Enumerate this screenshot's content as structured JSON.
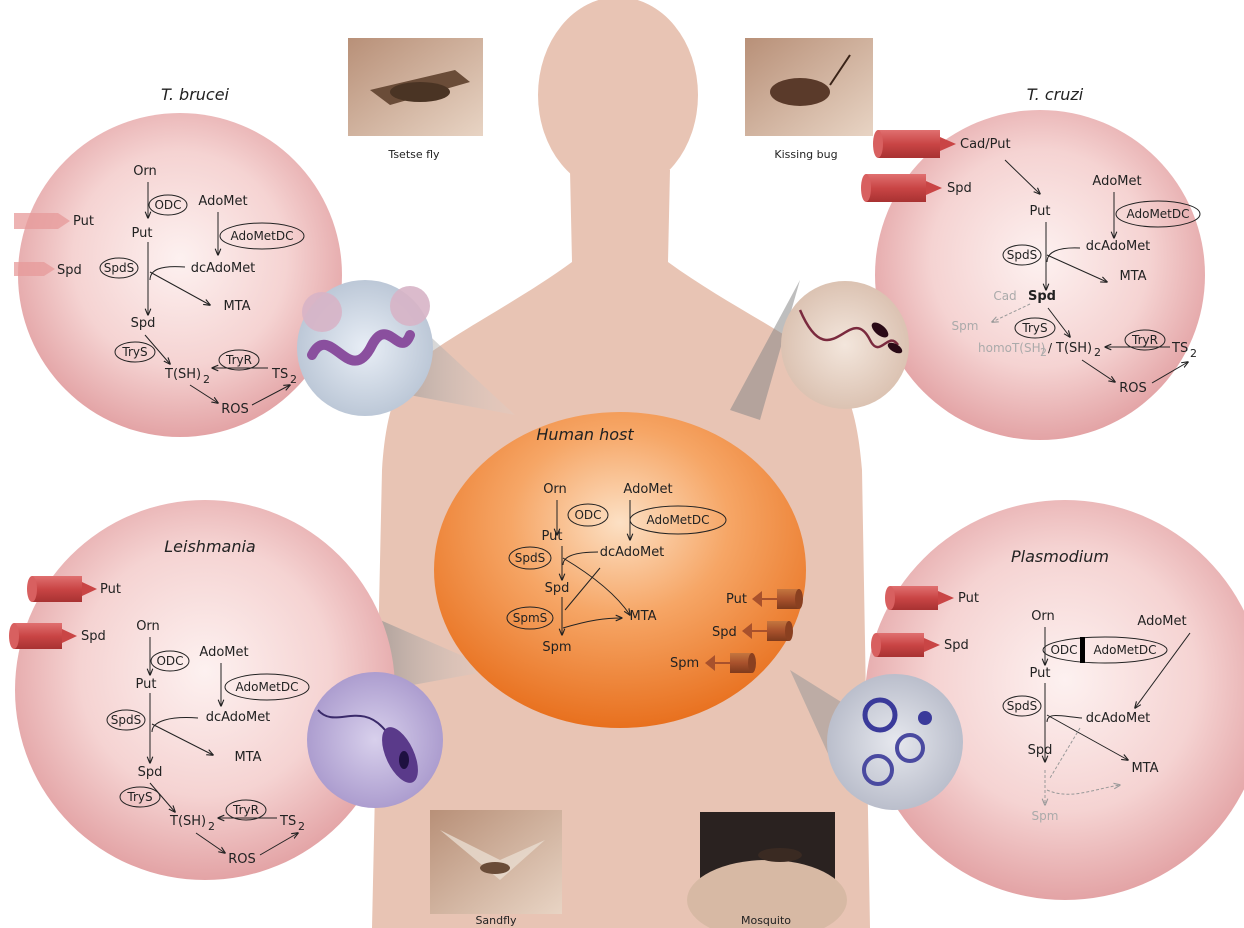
{
  "host": {
    "title": "Human host",
    "orn": "Orn",
    "adomet": "AdoMet",
    "odc": "ODC",
    "adometdc": "AdoMetDC",
    "put": "Put",
    "spds": "SpdS",
    "dcadomet": "dcAdoMet",
    "spd": "Spd",
    "spms": "SpmS",
    "mta": "MTA",
    "spm": "Spm",
    "export_put": "Put",
    "export_spd": "Spd",
    "export_spm": "Spm"
  },
  "vectors": {
    "tsetse": "Tsetse fly",
    "kissing_bug": "Kissing bug",
    "sandfly": "Sandfly",
    "mosquito": "Mosquito"
  },
  "tbrucei": {
    "title": "T. brucei",
    "uptake_put": "Put",
    "uptake_spd": "Spd",
    "orn": "Orn",
    "odc": "ODC",
    "adomet": "AdoMet",
    "put": "Put",
    "adometdc": "AdoMetDC",
    "spds": "SpdS",
    "dcadomet": "dcAdoMet",
    "mta": "MTA",
    "spd": "Spd",
    "trys": "TryS",
    "tryr": "TryR",
    "tsh2": "T(SH)",
    "ts2": "TS",
    "ros": "ROS",
    "sub2": "2"
  },
  "tcruzi": {
    "title": "T. cruzi",
    "uptake_cadput": "Cad/Put",
    "uptake_spd": "Spd",
    "adomet": "AdoMet",
    "put": "Put",
    "adometdc": "AdoMetDC",
    "spds": "SpdS",
    "dcadomet": "dcAdoMet",
    "mta": "MTA",
    "cad": "Cad",
    "spd": "Spd",
    "spm": "Spm",
    "trys": "TryS",
    "tryr": "TryR",
    "homotsh2": "homoT(SH)",
    "slash": "/",
    "tsh2": "T(SH)",
    "ts2": "TS",
    "ros": "ROS",
    "sub2": "2"
  },
  "leishmania": {
    "title": "Leishmania",
    "uptake_put": "Put",
    "uptake_spd": "Spd",
    "orn": "Orn",
    "odc": "ODC",
    "adomet": "AdoMet",
    "put": "Put",
    "adometdc": "AdoMetDC",
    "spds": "SpdS",
    "dcadomet": "dcAdoMet",
    "mta": "MTA",
    "spd": "Spd",
    "trys": "TryS",
    "tryr": "TryR",
    "tsh2": "T(SH)",
    "ts2": "TS",
    "ros": "ROS",
    "sub2": "2"
  },
  "plasmodium": {
    "title": "Plasmodium",
    "uptake_put": "Put",
    "uptake_spd": "Spd",
    "orn": "Orn",
    "adomet": "AdoMet",
    "odc": "ODC",
    "adometdc": "AdoMetDC",
    "put": "Put",
    "spds": "SpdS",
    "dcadomet": "dcAdoMet",
    "spd": "Spd",
    "mta": "MTA",
    "spm": "Spm"
  },
  "colors": {
    "silhouette": "#e8c4b4",
    "parasite_circle": "#f2c7c7",
    "host_circle": "#f08a3c",
    "uptake_cylinder": "#c94a4a",
    "export_cylinder": "#a8512c"
  }
}
